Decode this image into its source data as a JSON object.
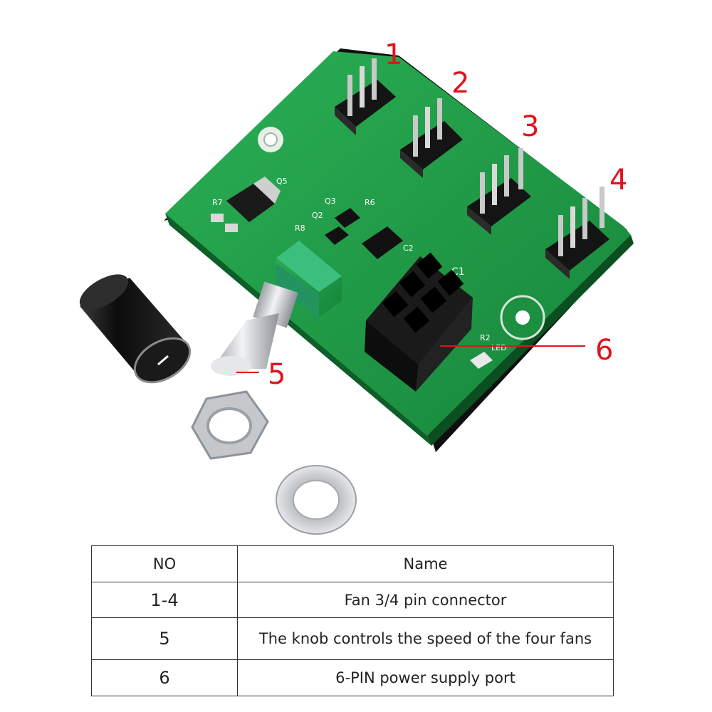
{
  "callouts": [
    "1",
    "2",
    "3",
    "4",
    "5",
    "6"
  ],
  "board_labels": {
    "q5": "Q5",
    "q3": "Q3",
    "q2": "Q2",
    "r6": "R6",
    "r7": "R7",
    "r8": "R8",
    "c1": "C1",
    "c2": "C2",
    "r2": "R2",
    "led": "LED"
  },
  "colors": {
    "pcb_green": "#1f9a45",
    "callout_red": "#e0141c",
    "header_black": "#141414",
    "potentiometer_green": "#2aa36a",
    "knob_black": "#151515"
  },
  "table": {
    "headers": [
      "NO",
      "Name"
    ],
    "rows": [
      {
        "no": "1-4",
        "name": "Fan 3/4 pin connector"
      },
      {
        "no": "5",
        "name": "The knob controls the speed of the four fans"
      },
      {
        "no": "6",
        "name": "6-PIN power supply port"
      }
    ]
  }
}
